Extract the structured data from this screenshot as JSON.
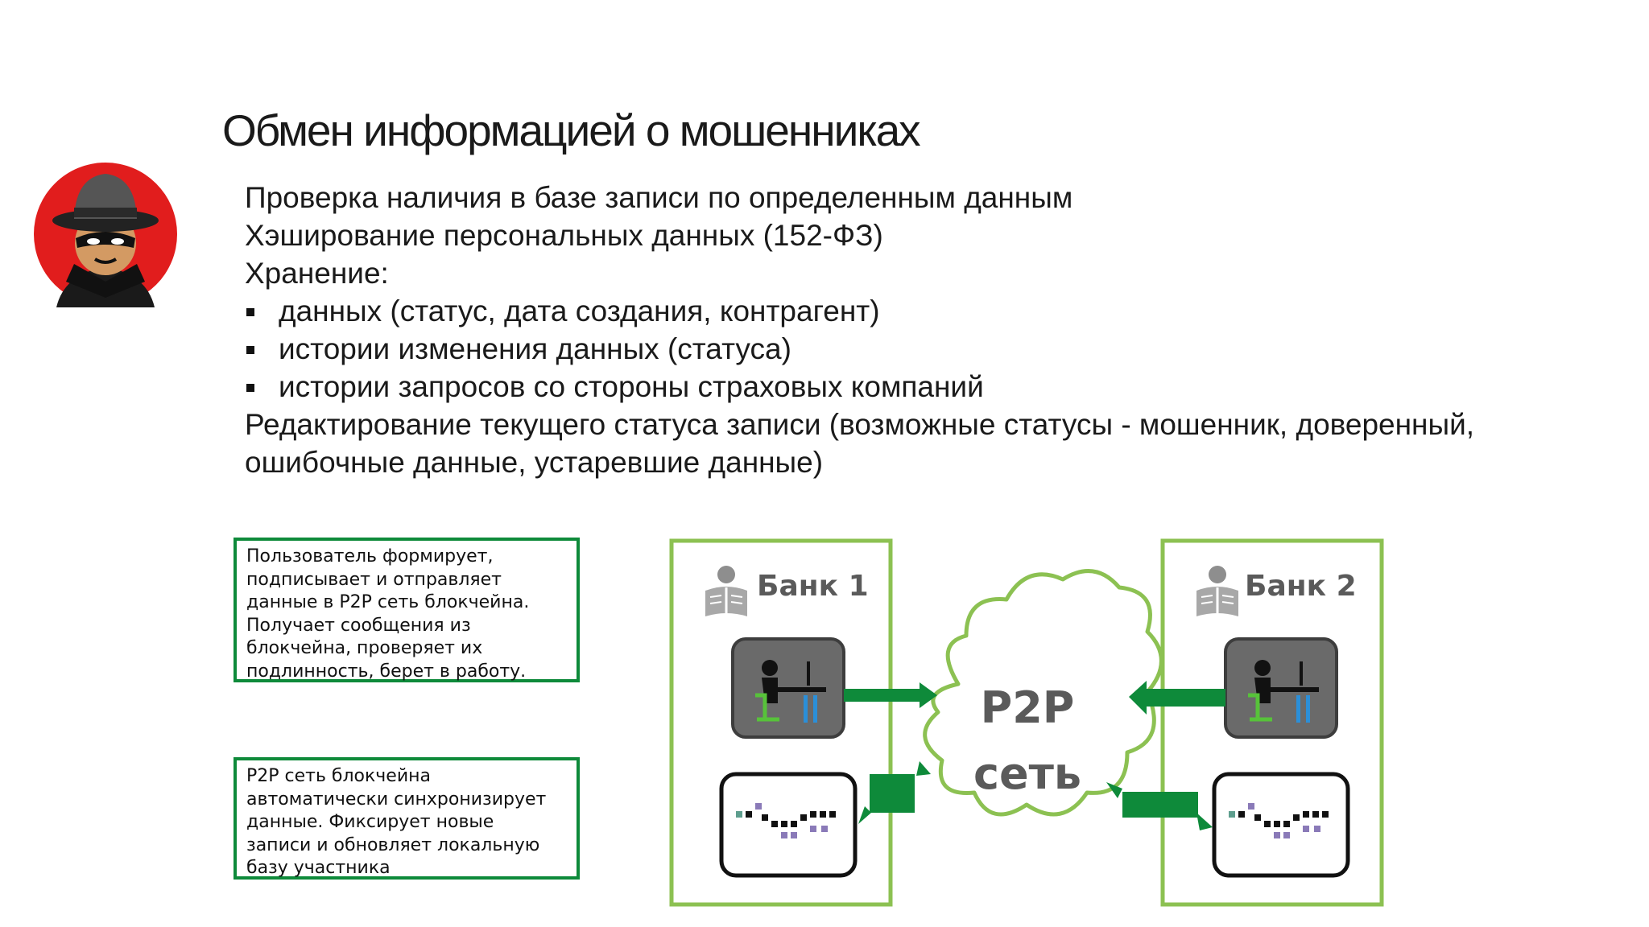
{
  "slide": {
    "title": "Обмен информацией о мошенниках"
  },
  "content": {
    "line1": "Проверка наличия в базе записи по определенным данным",
    "line2": "Хэширование персональных данных (152-ФЗ)",
    "line3": "Хранение:",
    "bullets": [
      "данных (статус, дата создания, контрагент)",
      "истории изменения данных (статуса)",
      "истории запросов со стороны страховых компаний"
    ],
    "line4": "Редактирование текущего статуса записи (возможные статусы - мошенник, доверенный,",
    "line5": "ошибочные данные, устаревшие данные)"
  },
  "notes": {
    "user": [
      "Пользователь формирует,",
      "подписывает и отправляет",
      "данные в P2P сеть блокчейна.",
      "Получает сообщения из",
      "блокчейна, проверяет их",
      "подлинность, берет в работу."
    ],
    "network": [
      "P2P сеть блокчейна",
      "автоматически синхронизирует",
      "данные. Фиксирует новые",
      "записи и обновляет локальную",
      "базу участника"
    ]
  },
  "diagram": {
    "bank1_label": "Банк 1",
    "bank2_label": "Банк 2",
    "cloud_line1": "P2P",
    "cloud_line2": "сеть",
    "colors": {
      "frame_green": "#8cc152",
      "arrow_green": "#0e8a3a",
      "note_border": "#0e8a3a",
      "avatar_red": "#e11d1d",
      "label_gray": "#5a5a5a"
    },
    "icons": [
      "spy-icon",
      "reader-icon",
      "workstation-icon",
      "blockchain-icon"
    ]
  }
}
